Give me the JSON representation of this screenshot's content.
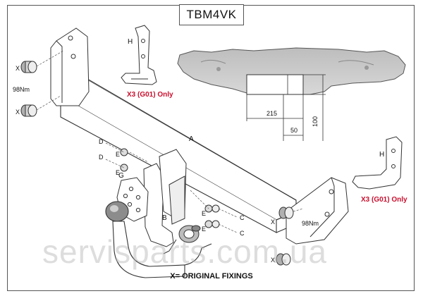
{
  "title": "TBM4VK",
  "labels": {
    "x": "X",
    "h": "H",
    "a": "A",
    "b": "B",
    "c": "C",
    "d": "D",
    "e": "E",
    "g": "G"
  },
  "torque_left": "98Nm",
  "torque_right": "98Nm",
  "note_top": "X3 (G01) Only",
  "note_right": "X3 (G01) Only",
  "dims": {
    "d215": "215",
    "d50": "50",
    "d100": "100"
  },
  "footer": "X= ORIGINAL FIXINGS",
  "watermark": "servisparts.com.ua",
  "colors": {
    "note": "#c8102e",
    "panel": "#c9c9c9",
    "line": "#333333"
  }
}
